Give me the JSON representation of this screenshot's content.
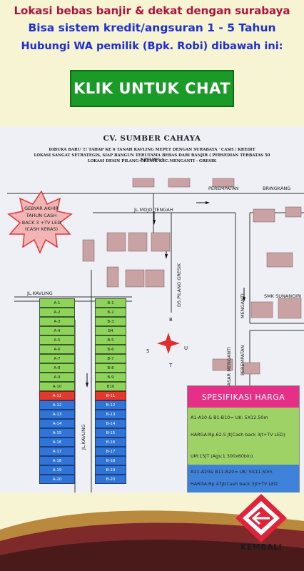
{
  "header": {
    "line1": "Lokasi bebas banjir & dekat dengan surabaya",
    "line2": "Bisa sistem kredit/angsuran 1 - 5 Tahun",
    "line3": "Hubungi WA pemilik (Bpk. Robi) dibawah ini:",
    "cta_label": "KLIK UNTUK CHAT"
  },
  "map": {
    "title": "CV. SUMBER CAHAYA",
    "sub1": "DIBUKA BARU !!! TAHAP KE 6 TANAH KAVLING  MEPET DENGAN SURABAYA ' CASH / KREDIT",
    "sub2": "LOKASI SANGAT SETRATEGIS,  SIAP BANGUN TERUTAMA BEBAS DARI BANJIR ( PERSEDIAN TERBATAS 50 KAVLING )",
    "sub3": "LOKASI DESIN PILANG-GRESIK KEC.MENGANTI - GRESIK",
    "promo": [
      "GEBYAR AKHIR",
      "TAHUN CASH",
      "BACK 3 +TV LED",
      "(CASH KERAS)"
    ],
    "roads": {
      "mojo": "JL.MOJO TENGAH",
      "perempatan_top": "PEREMPATAN",
      "bringkang": "BRINGKANG",
      "kavling_top": "JL.KAVLING",
      "kavling_side": "JL.KAVLING",
      "pilang": "DS.PILANG GRESIK",
      "menganti": "MENGANTI",
      "perempatan_side": "PEREMPATAN",
      "pasar": "PASAR MENGANTI",
      "smk": "SMK SUNANGIRI"
    },
    "compass": {
      "n": "B",
      "s": "T",
      "w": "S",
      "e": "U"
    },
    "blocks_a": [
      "A-1",
      "A-2",
      "A-3",
      "A-4",
      "A-5",
      "A-6",
      "A-7",
      "A-8",
      "A-9",
      "A-10",
      "A-11",
      "A-12",
      "A-13",
      "A-14",
      "A-15",
      "A-16",
      "A-17",
      "A-18",
      "A-19",
      "A-20"
    ],
    "blocks_b": [
      "B-1",
      "B-2",
      "B-3",
      "B4",
      "B-5",
      "B-6",
      "B-7",
      "B-8",
      "B-9",
      "B10",
      "B-11",
      "B-12",
      "B-13",
      "B-14",
      "B-15",
      "B-16",
      "B-17",
      "B-18",
      "B-19",
      "B-20"
    ]
  },
  "spec": {
    "title": "SPESIFIKASI HARGA",
    "l1": "A1-A10 & B1-B10= UK: 5X12.50m",
    "l2": "HARGA:Rp.62.5 jt(Cash back 3jt+TV LED)",
    "l3": "UM:15JT (Ags:1.300x60bln)",
    "l4": "A11-A20& B11-B20= UK: 5X11.50m",
    "l5": "HARGA:Rp.47jt(Cash back 3jt+TV LED"
  },
  "back": {
    "label": "KEMBALI"
  },
  "colors": {
    "cta": "#1a9a27",
    "red_text": "#b0123a",
    "blue_text": "#1f2fd0",
    "spec_head": "#e62f86",
    "back_red": "#e0233a"
  }
}
